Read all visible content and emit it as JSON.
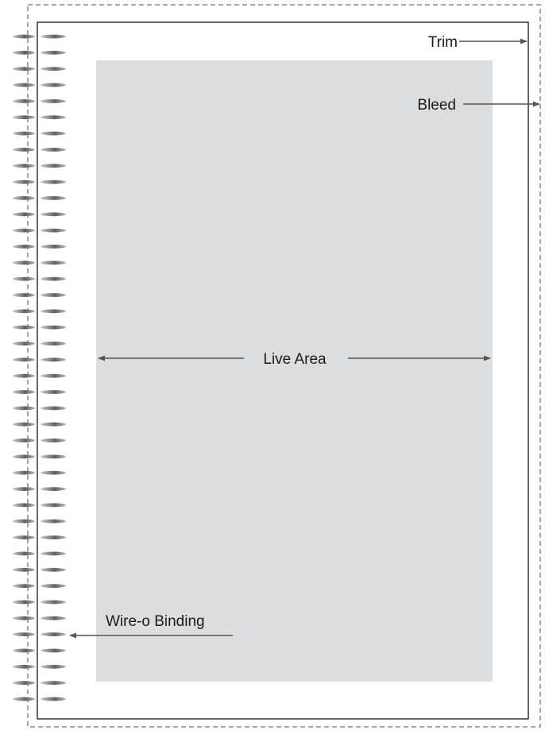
{
  "labels": {
    "trim": "Trim",
    "bleed": "Bleed",
    "live_area": "Live Area",
    "binding": "Wire-o Binding"
  },
  "colors": {
    "bleed_line": "#a6a6a6",
    "trim_line": "#333333",
    "live_area_fill": "#dcdddf",
    "arrow": "#555555",
    "text": "#1a1a1a"
  },
  "binding": {
    "loop_count": 42
  }
}
